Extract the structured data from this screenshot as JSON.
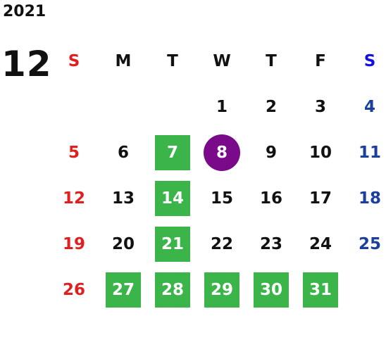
{
  "calendar": {
    "year": "2021",
    "month": "12",
    "weekdays": [
      "S",
      "M",
      "T",
      "W",
      "T",
      "F",
      "S"
    ],
    "weeks": [
      [
        "",
        "",
        "",
        "1",
        "2",
        "3",
        "4"
      ],
      [
        "5",
        "6",
        "7",
        "8",
        "9",
        "10",
        "11"
      ],
      [
        "12",
        "13",
        "14",
        "15",
        "16",
        "17",
        "18"
      ],
      [
        "19",
        "20",
        "21",
        "22",
        "23",
        "24",
        "25"
      ],
      [
        "26",
        "27",
        "28",
        "29",
        "30",
        "31",
        ""
      ]
    ],
    "highlighted_days": [
      "7",
      "14",
      "21",
      "27",
      "28",
      "29",
      "30",
      "31"
    ],
    "today": "8"
  },
  "colors": {
    "highlight_green": "#3bb54a",
    "today_purple": "#7a0a8a",
    "sunday_red": "#e02020",
    "saturday_blue": "#1a3f9c"
  }
}
